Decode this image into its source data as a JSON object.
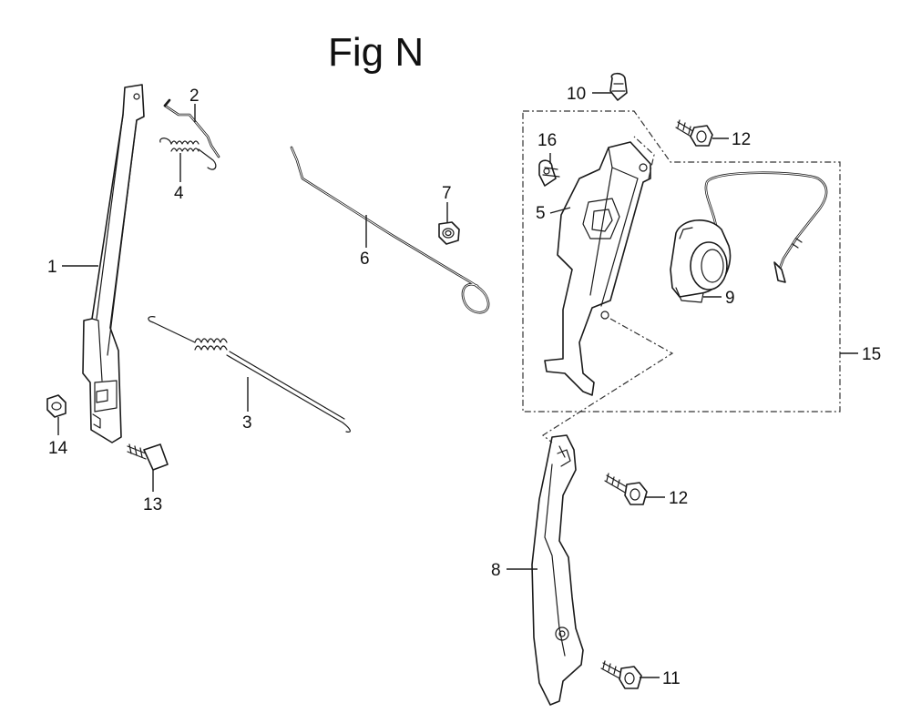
{
  "title": "Fig N",
  "callouts": [
    {
      "id": "1",
      "label": "1"
    },
    {
      "id": "2",
      "label": "2"
    },
    {
      "id": "3",
      "label": "3"
    },
    {
      "id": "4",
      "label": "4"
    },
    {
      "id": "5",
      "label": "5"
    },
    {
      "id": "6",
      "label": "6"
    },
    {
      "id": "7",
      "label": "7"
    },
    {
      "id": "8",
      "label": "8"
    },
    {
      "id": "9",
      "label": "9"
    },
    {
      "id": "10",
      "label": "10"
    },
    {
      "id": "11",
      "label": "11"
    },
    {
      "id": "12a",
      "label": "12"
    },
    {
      "id": "12b",
      "label": "12"
    },
    {
      "id": "13",
      "label": "13"
    },
    {
      "id": "14",
      "label": "14"
    },
    {
      "id": "15",
      "label": "15"
    },
    {
      "id": "16",
      "label": "16"
    }
  ]
}
